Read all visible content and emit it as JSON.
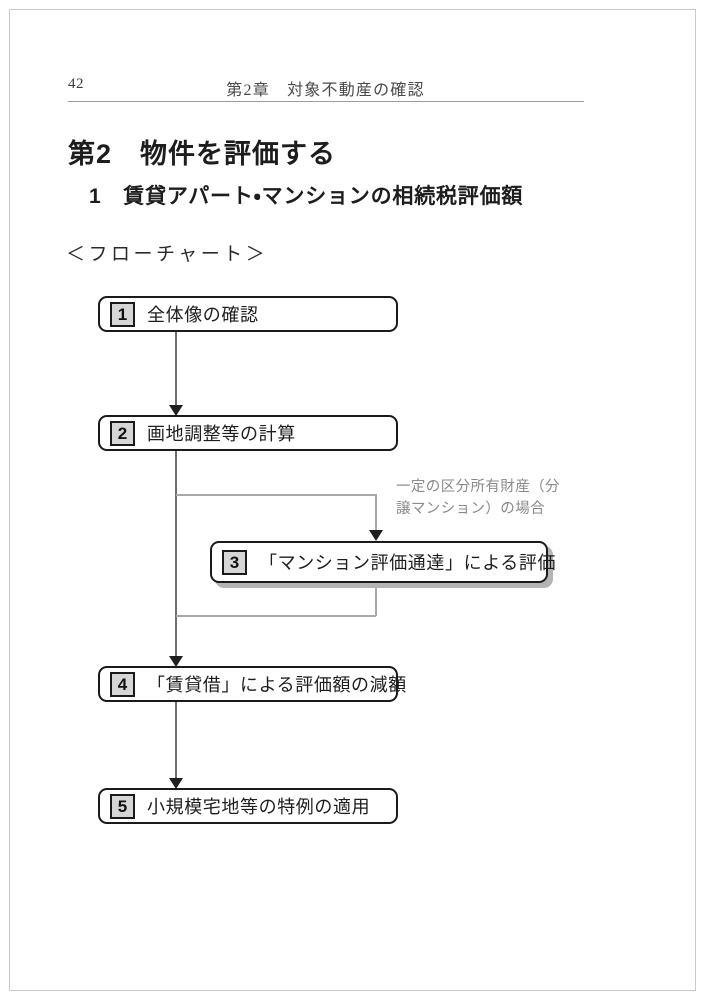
{
  "page": {
    "folio": "42",
    "running_head": "第2章　対象不動産の確認"
  },
  "headings": {
    "section": "第2　物件を評価する",
    "subsection": "1　賃貸アパート・マンションの相続税評価額",
    "flow_label": "＜フローチャート＞"
  },
  "flowchart": {
    "annotation": "一定の区分所有財産（分\n譲マンション）の場合",
    "steps": [
      {
        "number": "1",
        "label": "全体像の確認"
      },
      {
        "number": "2",
        "label": "画地調整等の計算"
      },
      {
        "number": "3",
        "label": "「マンション評価通達」による評価"
      },
      {
        "number": "4",
        "label": "「賃貸借」による評価額の減額"
      },
      {
        "number": "5",
        "label": "小規模宅地等の特例の適用"
      }
    ]
  },
  "colors": {
    "ink": "#1d1d1d",
    "rule": "#9b9b9b",
    "connector": "#6f6f6f",
    "connector_branch": "#a9a9a9",
    "badge_fill": "#d6d6d6",
    "shadow": "#b4b4b4",
    "annotation": "#8a8a8a"
  }
}
